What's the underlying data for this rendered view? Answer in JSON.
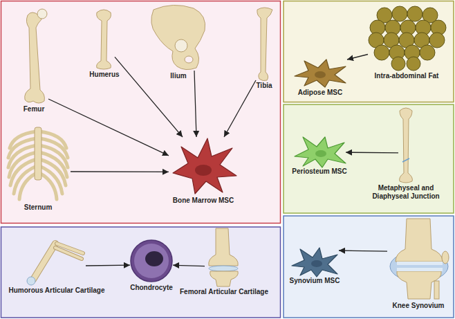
{
  "diagram": {
    "nodes": [
      {
        "text": [
          "Femur"
        ]
      },
      {
        "text": [
          "Humerus"
        ]
      },
      {
        "text": [
          "Ilium"
        ]
      },
      {
        "text": [
          "Tibia"
        ]
      },
      {
        "text": [
          "Sternum"
        ]
      },
      {
        "text": [
          "Bone Marrow MSC"
        ]
      },
      {
        "text": [
          "Adipose MSC"
        ]
      },
      {
        "text": [
          "Intra-abdominal Fat"
        ]
      },
      {
        "text": [
          "Periosteum MSC"
        ]
      },
      {
        "text": [
          "Metaphyseal and Diaphyseal Junction"
        ]
      },
      {
        "text": [
          "Synovium MSC"
        ]
      },
      {
        "text": [
          "Knee Synovium"
        ]
      },
      {
        "text": [
          "Humorous Articular Cartilage"
        ]
      },
      {
        "text": [
          "Chondrocyte"
        ]
      },
      {
        "text": [
          "Femoral Articular Cartilage"
        ]
      }
    ],
    "edges": [
      {
        "from": 0,
        "to": 5,
        "arrow": "to"
      },
      {
        "from": 1,
        "to": 5,
        "arrow": "to"
      },
      {
        "from": 2,
        "to": 5,
        "arrow": "to"
      },
      {
        "from": 3,
        "to": 5,
        "arrow": "to"
      },
      {
        "from": 4,
        "to": 5,
        "arrow": "to"
      },
      {
        "from": 7,
        "to": 6,
        "arrow": "to"
      },
      {
        "from": 9,
        "to": 8,
        "arrow": "to"
      },
      {
        "from": 11,
        "to": 10,
        "arrow": "to"
      },
      {
        "from": 12,
        "to": 13,
        "arrow": "to"
      },
      {
        "from": 14,
        "to": 13,
        "arrow": "to"
      }
    ]
  }
}
